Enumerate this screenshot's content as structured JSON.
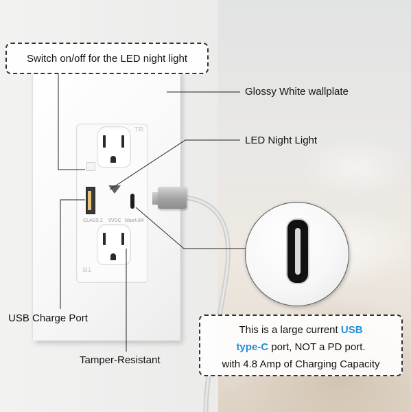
{
  "callouts": {
    "switch": "Switch on/off for the LED night light",
    "wallplate": "Glossy White wallplate",
    "night_light": "LED Night Light",
    "usb_port": "USB Charge Port",
    "tamper": "Tamper-Resistant"
  },
  "plate_markings": {
    "tr_top": "TR",
    "tr_bottom": "TR",
    "class": "CLASS 2",
    "voltage": "5VDC",
    "current": "Max4.8A"
  },
  "info_box": {
    "line1_prefix": "This is a large current ",
    "line1_highlight": "USB",
    "line2_highlight": "type-C",
    "line2_suffix": " port, NOT a PD port.",
    "line3": "with 4.8 Amp of Charging Capacity"
  },
  "colors": {
    "highlight": "#1f8fd6",
    "text": "#111111",
    "plate": "#ffffff"
  }
}
